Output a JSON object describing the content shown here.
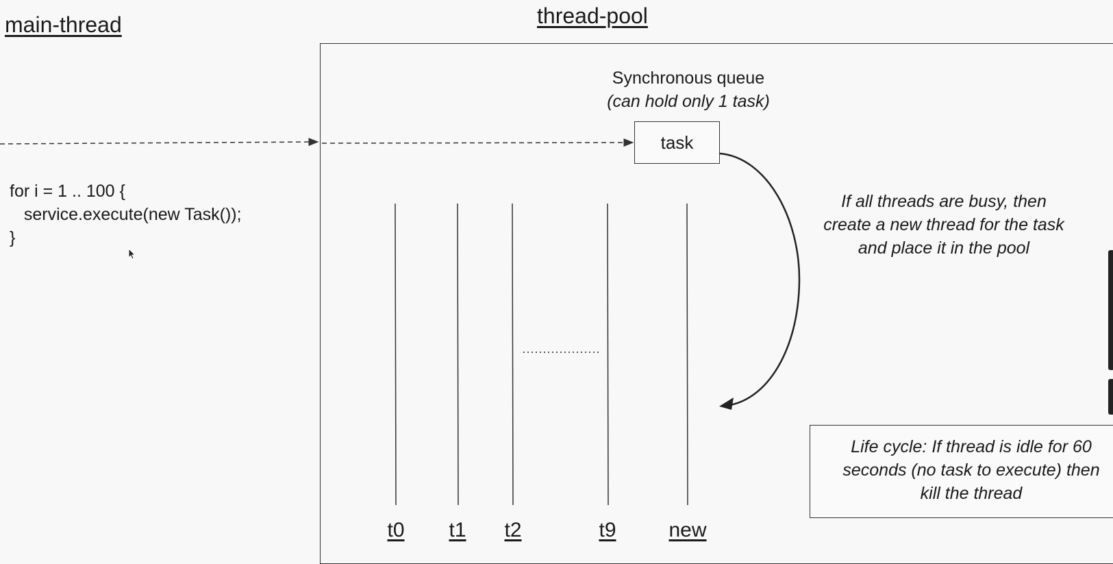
{
  "main_thread": {
    "title": "main-thread",
    "code": [
      "for i = 1 .. 100 {",
      "   service.execute(new Task());",
      "}"
    ]
  },
  "thread_pool": {
    "title": "thread-pool",
    "queue_label": "Synchronous queue",
    "queue_sublabel": "(can hold only 1 task)",
    "task_label": "task",
    "threads": [
      "t0",
      "t1",
      "t2",
      "t9",
      "new"
    ],
    "busy_note": [
      "If all threads are busy, then",
      "create a new thread for the task",
      "and place it in the pool"
    ],
    "life_cycle_note": [
      "Life cycle: If thread is idle for 60",
      "seconds (no task to execute) then",
      "kill the thread"
    ]
  },
  "icons": {
    "cursor": "mouse-pointer-icon"
  }
}
